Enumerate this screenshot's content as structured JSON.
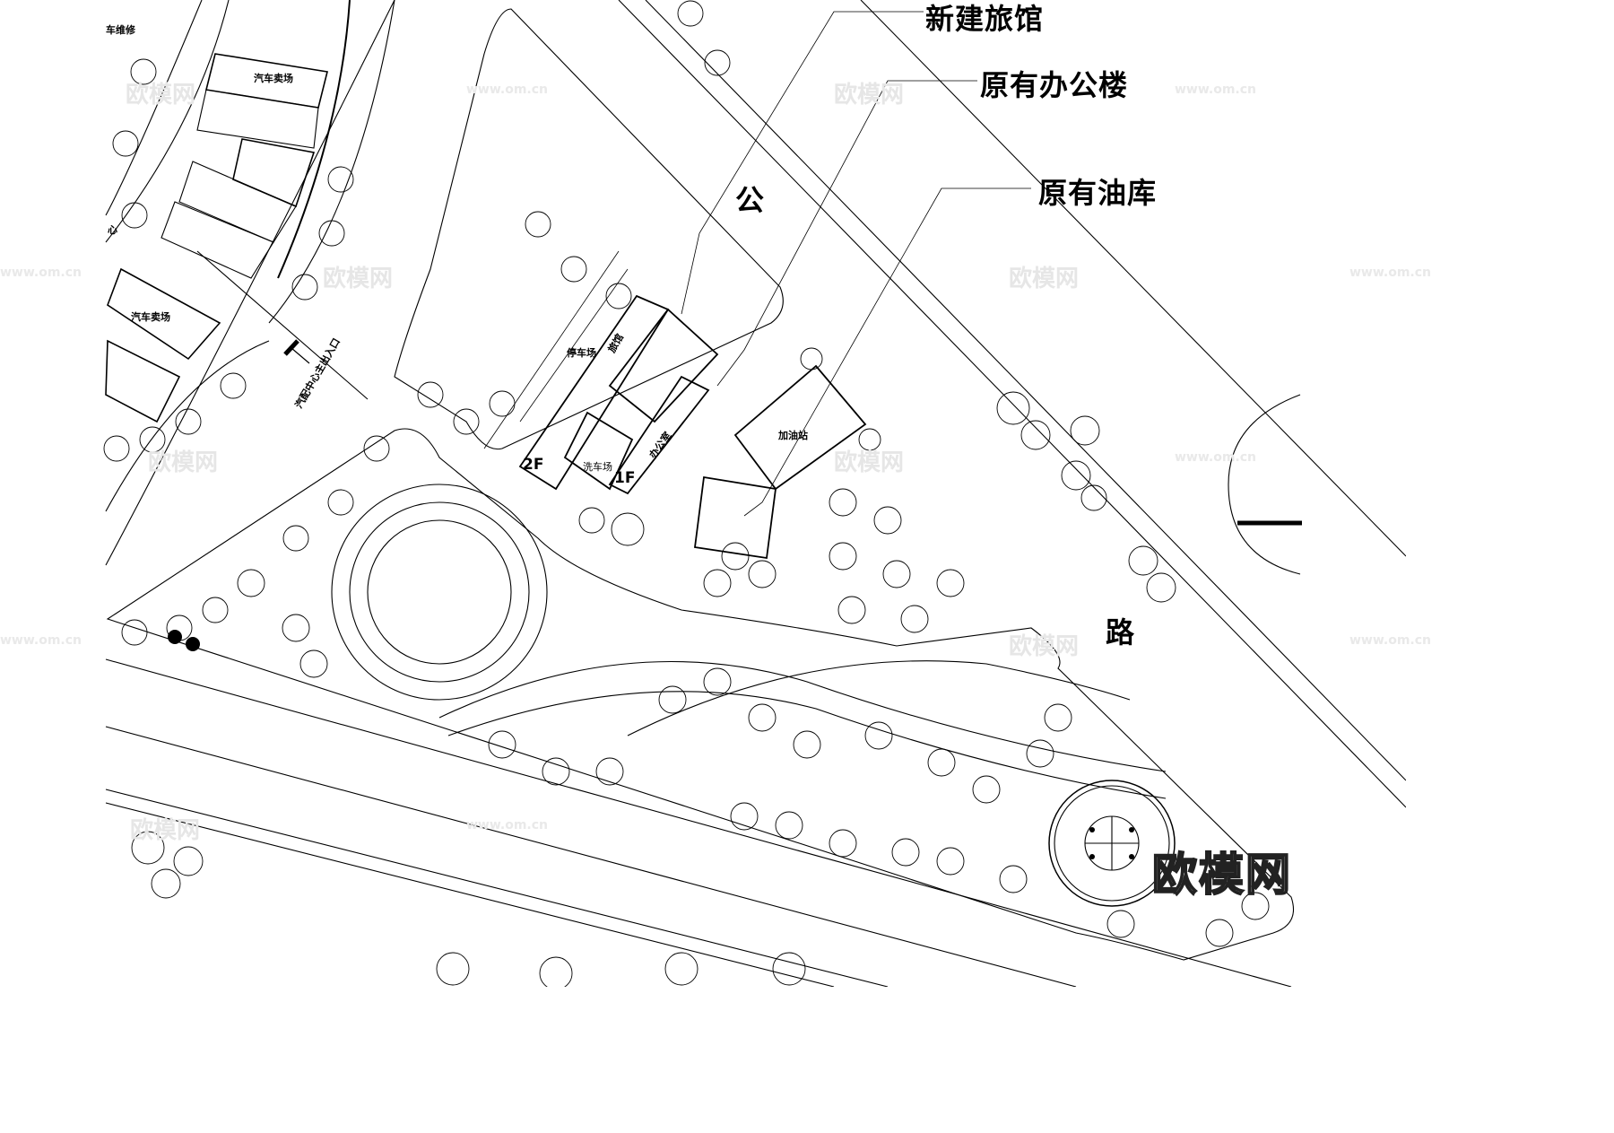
{
  "callouts": {
    "new_hotel": "新建旅馆",
    "existing_office": "原有办公楼",
    "existing_oil_depot": "原有油库"
  },
  "road": {
    "char_1": "公",
    "char_2": "路"
  },
  "buildings": {
    "car_repair": "车维修",
    "car_sales_1": "汽车卖场",
    "car_sales_2": "汽车卖场",
    "center_fragment": "心",
    "parking": "停车场",
    "hotel": "旅馆",
    "office": "办公室",
    "car_wash": "洗车场",
    "floor_2f": "2F",
    "floor_1f": "1F",
    "gas_station": "加油站"
  },
  "entrance": {
    "label": "汽配中心主出入口"
  },
  "watermarks": {
    "brand": "欧模网",
    "url": "www.om.cn"
  },
  "colors": {
    "line": "#000000",
    "background": "#ffffff",
    "watermark": "#e6e6e6"
  }
}
